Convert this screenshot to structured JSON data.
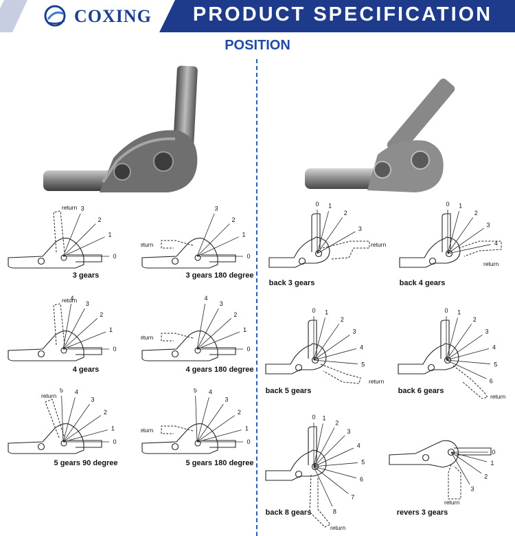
{
  "header": {
    "brand": "COXING",
    "title": "PRODUCT SPECIFICATION",
    "subtitle": "POSITION"
  },
  "colors": {
    "banner": "#1e3a8a",
    "divider": "#2a5bb5",
    "line": "#222222"
  },
  "icons": {
    "logo": "coxing-logo-icon"
  },
  "panels": [
    {
      "caption": "3 gears",
      "return_label": "return",
      "gear_labels": [
        "3",
        "2",
        "1",
        "0"
      ]
    },
    {
      "caption": "3 gears 180 degree",
      "return_label": "return",
      "gear_labels": [
        "3",
        "2",
        "1",
        "0"
      ]
    },
    {
      "caption": "4 gears",
      "return_label": "return",
      "gear_labels": [
        "4",
        "3",
        "2",
        "1",
        "0"
      ]
    },
    {
      "caption": "4 gears 180 degree",
      "return_label": "return",
      "gear_labels": [
        "4",
        "3",
        "2",
        "1",
        "0"
      ]
    },
    {
      "caption": "5 gears 90 degree",
      "return_label": "return",
      "gear_labels": [
        "5",
        "4",
        "3",
        "2",
        "1",
        "0"
      ]
    },
    {
      "caption": "5 gears 180 degree",
      "return_label": "return",
      "gear_labels": [
        "5",
        "4",
        "3",
        "2",
        "1",
        "0"
      ]
    },
    {
      "caption": "back 3 gears",
      "return_label": "return",
      "gear_labels": [
        "0",
        "1",
        "2",
        "3"
      ]
    },
    {
      "caption": "back 4 gears",
      "return_label": "return",
      "gear_labels": [
        "0",
        "1",
        "2",
        "3",
        "4"
      ]
    },
    {
      "caption": "back 5 gears",
      "return_label": "return",
      "gear_labels": [
        "0",
        "1",
        "2",
        "3",
        "4",
        "5"
      ]
    },
    {
      "caption": "back 6 gears",
      "return_label": "return",
      "gear_labels": [
        "0",
        "1",
        "2",
        "3",
        "4",
        "5",
        "6"
      ]
    },
    {
      "caption": "back 8 gears",
      "return_label": "return",
      "gear_labels": [
        "0",
        "1",
        "2",
        "3",
        "4",
        "5",
        "6",
        "7",
        "8"
      ]
    },
    {
      "caption": "revers 3 gears",
      "return_label": "return",
      "gear_labels": [
        "0",
        "1",
        "2",
        "3"
      ]
    }
  ]
}
